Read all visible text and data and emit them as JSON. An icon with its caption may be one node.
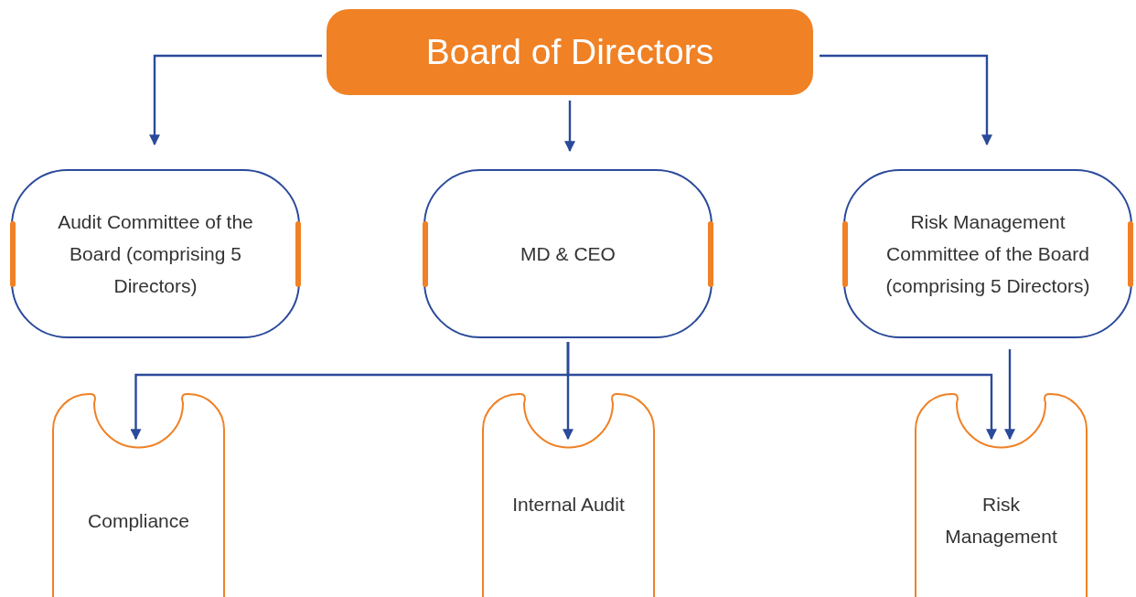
{
  "diagram": {
    "nodes": [
      {
        "text": [
          "Board of Directors"
        ]
      },
      {
        "text": [
          "Audit Committee of the Board (comprising 5 Directors)"
        ]
      },
      {
        "text": [
          "MD & CEO"
        ]
      },
      {
        "text": [
          "Risk Management Committee of the Board (comprising 5 Directors)"
        ]
      },
      {
        "text": [
          "Compliance"
        ]
      },
      {
        "text": [
          "Internal Audit"
        ]
      },
      {
        "text": [
          "Risk Management"
        ]
      }
    ],
    "edges": [
      {
        "from": 0,
        "to": 1,
        "arrow": "to"
      },
      {
        "from": 0,
        "to": 2,
        "arrow": "to"
      },
      {
        "from": 0,
        "to": 3,
        "arrow": "to"
      },
      {
        "from": 2,
        "to": 4,
        "arrow": "to"
      },
      {
        "from": 2,
        "to": 5,
        "arrow": "to"
      },
      {
        "from": 2,
        "to": 6,
        "arrow": "to"
      },
      {
        "from": 3,
        "to": 6,
        "arrow": "to"
      }
    ]
  }
}
